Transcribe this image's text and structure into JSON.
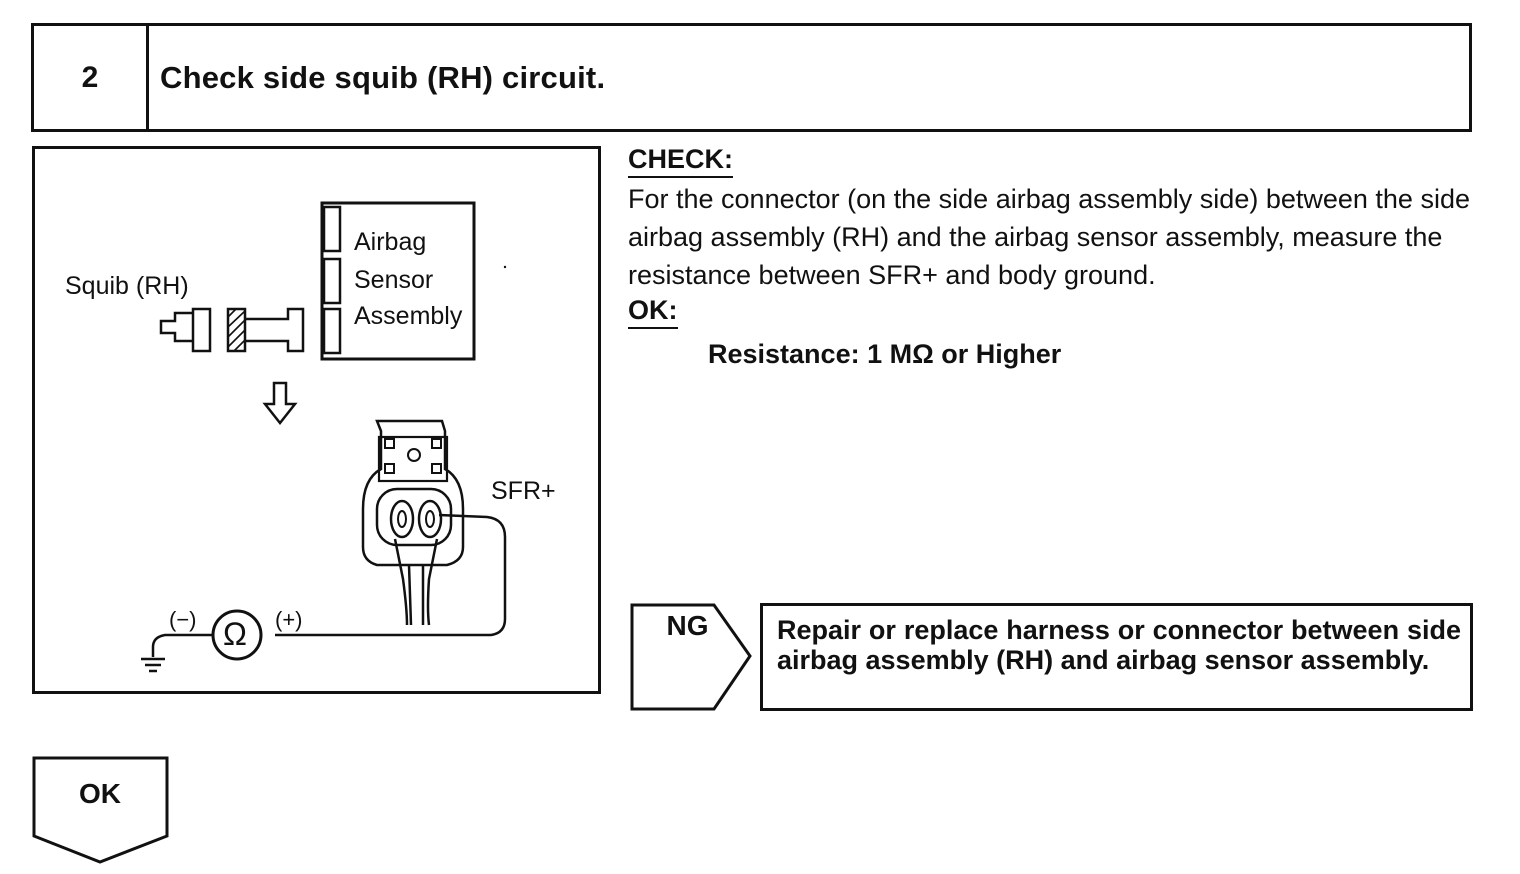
{
  "step": {
    "number": "2",
    "title": "Check side squib (RH) circuit."
  },
  "figure": {
    "squib_label": "Squib (RH)",
    "sensor_label_line1": "Airbag",
    "sensor_label_line2": "Sensor",
    "sensor_label_line3": "Assembly",
    "terminal_label": "SFR+",
    "meter_minus": "(−)",
    "meter_plus": "(+)",
    "meter_symbol": "Ω"
  },
  "check": {
    "heading": "CHECK:",
    "text": "For the connector (on the side airbag assembly side) between the side airbag assembly (RH) and the airbag sensor assembly, measure the resistance between SFR+ and body ground.",
    "ok_heading": "OK:",
    "ok_spec": "Resistance: 1 MΩ or Higher"
  },
  "ng": {
    "label": "NG",
    "action": "Repair or replace harness or connector between side airbag assembly (RH) and airbag sensor assembly."
  },
  "ok": {
    "label": "OK"
  }
}
